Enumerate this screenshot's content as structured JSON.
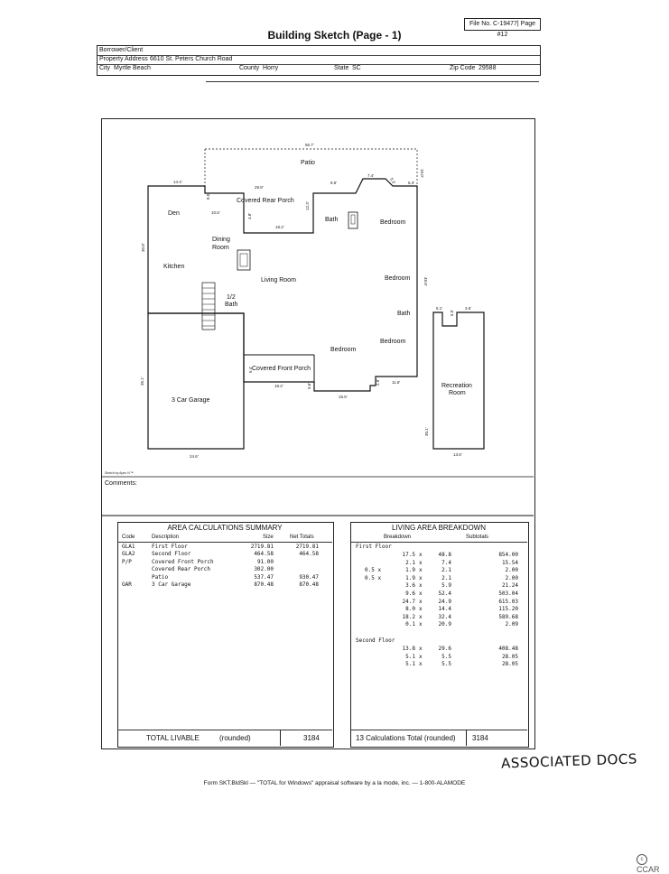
{
  "file_no": "File No. C-19477| Page #12",
  "title": "Building Sketch (Page - 1)",
  "header": {
    "borrower_label": "Borrower/Client",
    "property_label": "Property Address",
    "property_value": "6610 St. Peters Church Road",
    "city_label": "City",
    "city_value": "Myrtle Beach",
    "county_label": "County",
    "county_value": "Horry",
    "state_label": "State",
    "state_value": "SC",
    "zip_label": "Zip Code",
    "zip_value": "29588"
  },
  "sketch": {
    "rooms": {
      "patio": "Patio",
      "covered_rear_porch": "Covered Rear Porch",
      "den": "Den",
      "bath_upper": "Bath",
      "bedroom_1": "Bedroom",
      "dining_room_1": "Dining",
      "dining_room_2": "Room",
      "kitchen": "Kitchen",
      "living_room": "Living Room",
      "bedroom_2": "Bedroom",
      "half_bath_1": "1/2",
      "half_bath_2": "Bath",
      "bath_right": "Bath",
      "bedroom_3": "Bedroom",
      "bedroom_4": "Bedroom",
      "covered_front_porch": "Covered Front Porch",
      "garage": "3 Car Garage",
      "recreation_1": "Recreation",
      "recreation_2": "Room"
    },
    "dims": [
      "56.7'",
      "10.0'",
      "14.4'",
      "29.8'",
      "8.5'",
      "7.4'",
      "5.3'",
      "6.3'",
      "8.0'",
      "10.5'",
      "4.8'",
      "18.2'",
      "12.3'",
      "30.8'",
      "48.8'",
      "5.1'",
      "5.5'",
      "3.6'",
      "35.1'",
      "5.4'",
      "18.2'",
      "9.6'",
      "15.5'",
      "2.9'",
      "11.6'",
      "24.6'",
      "30.1'",
      "13.6'"
    ],
    "credit": "Sketch by Apex IV™"
  },
  "comments_label": "Comments:",
  "area_calc": {
    "title": "AREA CALCULATIONS SUMMARY",
    "headers": {
      "code": "Code",
      "description": "Description",
      "size": "Size",
      "net": "Net Totals"
    },
    "rows": [
      {
        "code": "GLA1",
        "desc": "First Floor",
        "size": "2719.81",
        "net": "2719.81"
      },
      {
        "code": "GLA2",
        "desc": "Second Floor",
        "size": "464.58",
        "net": "464.58"
      },
      {
        "code": "P/P",
        "desc": "Covered Front Porch",
        "size": "91.00",
        "net": ""
      },
      {
        "code": "",
        "desc": "Covered Rear Porch",
        "size": "302.00",
        "net": ""
      },
      {
        "code": "",
        "desc": "Patio",
        "size": "537.47",
        "net": "930.47"
      },
      {
        "code": "GAR",
        "desc": "3 Car Garage",
        "size": "870.48",
        "net": "870.48"
      }
    ],
    "total_label": "TOTAL LIVABLE",
    "total_note": "(rounded)",
    "total_value": "3184"
  },
  "living_area": {
    "title": "LIVING AREA BREAKDOWN",
    "headers": {
      "breakdown": "Breakdown",
      "subtotals": "Subtotals"
    },
    "first_floor_label": "First Floor",
    "first_floor": [
      {
        "f": "",
        "a": "17.5",
        "b": "48.8",
        "s": "854.00"
      },
      {
        "f": "",
        "a": "2.1",
        "b": "7.4",
        "s": "15.54"
      },
      {
        "f": "0.5 x",
        "a": "1.9",
        "b": "2.1",
        "s": "2.00"
      },
      {
        "f": "0.5 x",
        "a": "1.9",
        "b": "2.1",
        "s": "2.00"
      },
      {
        "f": "",
        "a": "3.6",
        "b": "5.9",
        "s": "21.24"
      },
      {
        "f": "",
        "a": "9.6",
        "b": "52.4",
        "s": "503.04"
      },
      {
        "f": "",
        "a": "24.7",
        "b": "24.9",
        "s": "615.03"
      },
      {
        "f": "",
        "a": "8.0",
        "b": "14.4",
        "s": "115.20"
      },
      {
        "f": "",
        "a": "18.2",
        "b": "32.4",
        "s": "589.68"
      },
      {
        "f": "",
        "a": "0.1",
        "b": "20.9",
        "s": "2.09"
      }
    ],
    "second_floor_label": "Second Floor",
    "second_floor": [
      {
        "f": "",
        "a": "13.8",
        "b": "29.6",
        "s": "408.48"
      },
      {
        "f": "",
        "a": "5.1",
        "b": "5.5",
        "s": "28.05"
      },
      {
        "f": "",
        "a": "5.1",
        "b": "5.5",
        "s": "28.05"
      }
    ],
    "x": "x",
    "total_label": "13 Calculations Total (rounded)",
    "total_value": "3184"
  },
  "handwritten": "ASSOCIATED DOCS",
  "footer": "Form SKT.BldSkl — \"TOTAL for Windows\" appraisal software by a la mode, inc. — 1-800-ALAMODE",
  "ccar": "CCAR"
}
